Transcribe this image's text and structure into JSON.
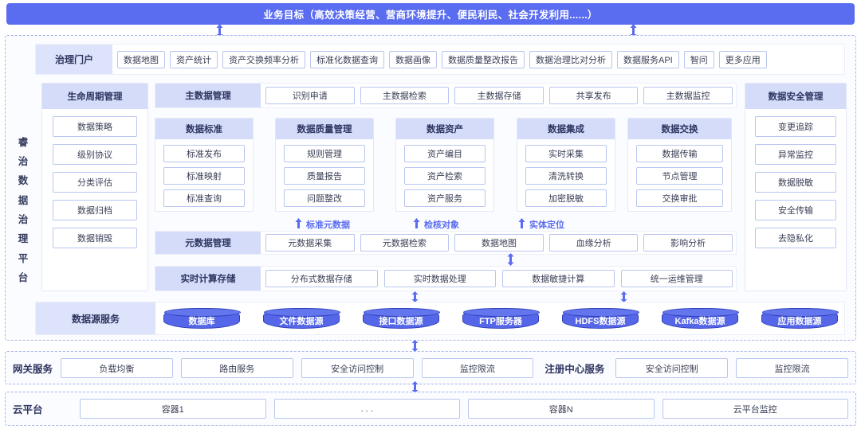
{
  "banner": {
    "title": "业务目标（高效决策经营、营商环境提升、便民利民、社会开发利用......）"
  },
  "platform": {
    "vertical_title": "睿治数据治理平台",
    "vertical_chars": [
      "睿",
      "治",
      "数",
      "据",
      "治",
      "理",
      "平",
      "台"
    ]
  },
  "portal": {
    "label": "治理门户",
    "items": [
      "数据地图",
      "资产统计",
      "资产交换频率分析",
      "标准化数据查询",
      "数据画像",
      "数据质量整改报告",
      "数据治理比对分析",
      "数据服务API",
      "智问",
      "更多应用"
    ]
  },
  "lifecycle": {
    "header": "生命周期管理",
    "items": [
      "数据策略",
      "级别协议",
      "分类评估",
      "数据归档",
      "数据销毁"
    ]
  },
  "security": {
    "header": "数据安全管理",
    "items": [
      "变更追踪",
      "异常监控",
      "数据脱敏",
      "安全传输",
      "去隐私化"
    ]
  },
  "masterdata": {
    "header": "主数据管理",
    "items": [
      "识别申请",
      "主数据检索",
      "主数据存储",
      "共享发布",
      "主数据监控"
    ]
  },
  "modules": [
    {
      "header": "数据标准",
      "items": [
        "标准发布",
        "标准映射",
        "标准查询"
      ]
    },
    {
      "header": "数据质量管理",
      "items": [
        "规则管理",
        "质量报告",
        "问题整改"
      ]
    },
    {
      "header": "数据资产",
      "items": [
        "资产编目",
        "资产检索",
        "资产服务"
      ]
    },
    {
      "header": "数据集成",
      "items": [
        "实时采集",
        "清洗转换",
        "加密脱敏"
      ]
    },
    {
      "header": "数据交换",
      "items": [
        "数据传输",
        "节点管理",
        "交换审批"
      ]
    }
  ],
  "annotations": [
    "标准元数据",
    "检核对象",
    "实体定位"
  ],
  "metadata": {
    "header": "元数据管理",
    "items": [
      "元数据采集",
      "元数据检索",
      "数据地图",
      "血缘分析",
      "影响分析"
    ]
  },
  "realtime": {
    "header": "实时计算存储",
    "items": [
      "分布式数据存储",
      "实时数据处理",
      "数据敏捷计算",
      "统一运维管理"
    ]
  },
  "datasource": {
    "label": "数据源服务",
    "items": [
      "数据库",
      "文件数据源",
      "接口数据源",
      "FTP服务器",
      "HDFS数据源",
      "Kafka数据源",
      "应用数据源"
    ]
  },
  "gateway": {
    "label": "网关服务",
    "items": [
      "负载均衡",
      "路由服务",
      "安全访问控制",
      "监控限流"
    ],
    "center_label": "注册中心服务",
    "right_items": [
      "安全访问控制",
      "监控限流"
    ]
  },
  "cloud": {
    "label": "云平台",
    "items": [
      "容器1",
      ". . .",
      "容器N",
      "云平台监控"
    ]
  },
  "colors": {
    "banner_bg": "#5a6cf0",
    "header_bg": "#d5dcfa",
    "chip_border": "#b9c6ef",
    "cylinder_fill": "#5566e8",
    "frame_border": "#aab4ee",
    "arrow": "#5a6cf0"
  }
}
